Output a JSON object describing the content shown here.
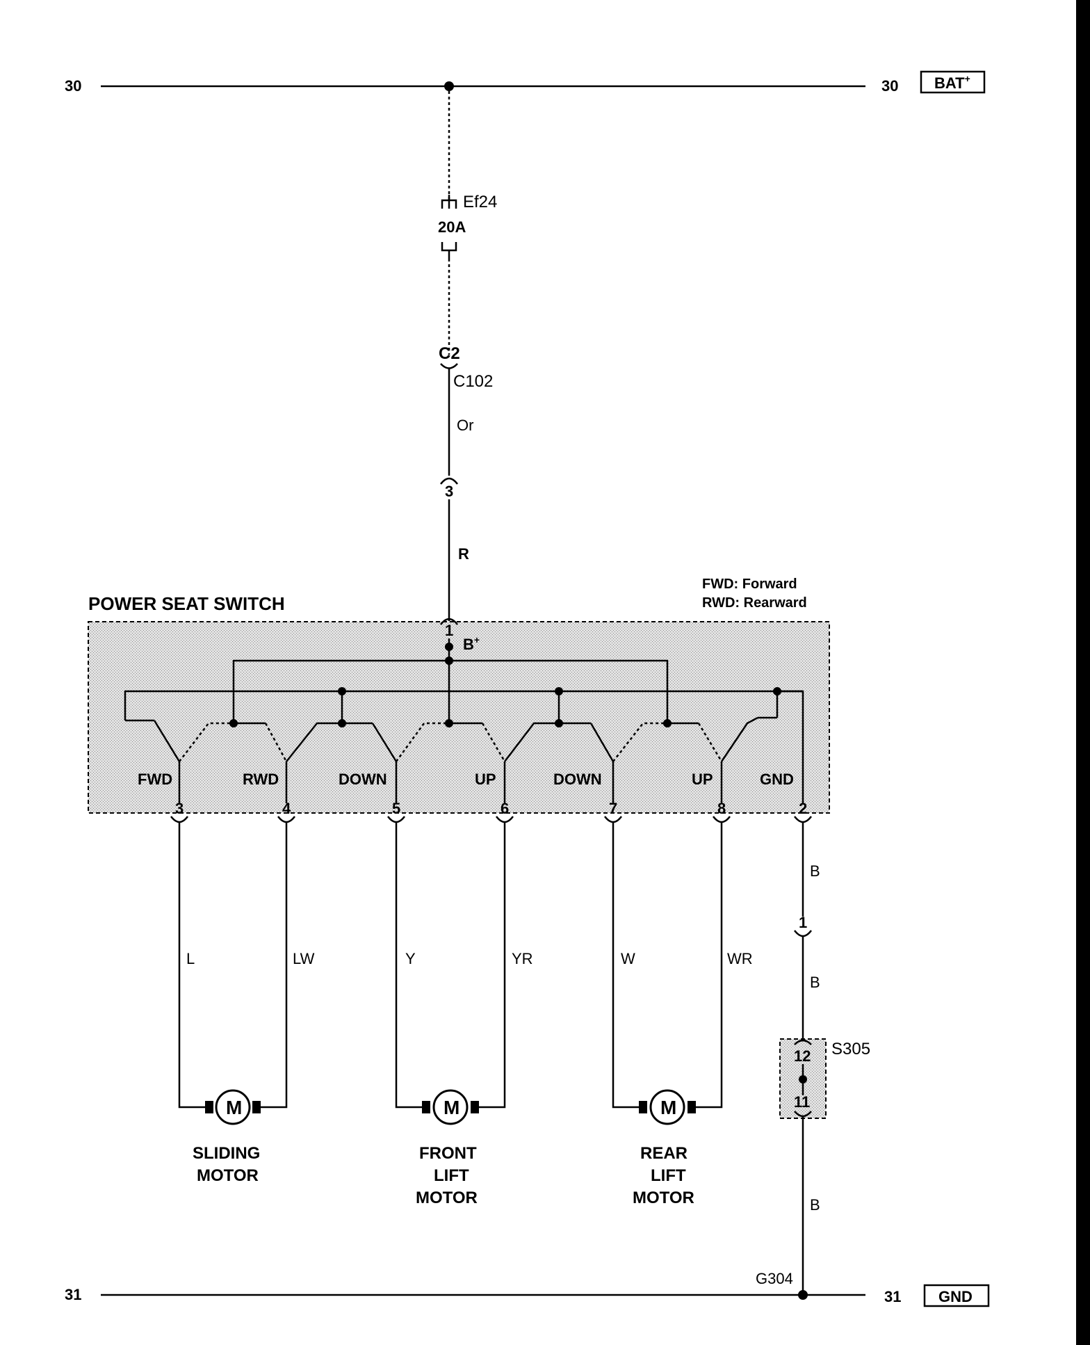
{
  "bus": {
    "top_left": "30",
    "top_right": "30",
    "top_tag": "BAT",
    "top_tag_sup": "+",
    "bottom_left": "31",
    "bottom_right": "31",
    "bottom_tag": "GND"
  },
  "fuse": {
    "name": "Ef24",
    "rating": "20A"
  },
  "connector_c102": {
    "pin": "C2",
    "name": "C102"
  },
  "wires": {
    "or": "Or",
    "r": "R",
    "l": "L",
    "lw": "LW",
    "y": "Y",
    "yr": "YR",
    "w": "W",
    "wr": "WR",
    "b1": "B",
    "b2": "B",
    "b3": "B"
  },
  "pins": {
    "feed": "3",
    "p1": "1",
    "p2": "2",
    "p3": "3",
    "p4": "4",
    "p5": "5",
    "p6": "6",
    "p7": "7",
    "p8": "8",
    "ground_mid": "1",
    "s305_top": "12",
    "s305_bottom": "11"
  },
  "switch": {
    "title": "POWER SEAT SWITCH",
    "bplus": "B",
    "bplus_sup": "+",
    "legend_fwd": "FWD: Forward",
    "legend_rwd": "RWD: Rearward",
    "terminals": [
      "FWD",
      "RWD",
      "DOWN",
      "UP",
      "DOWN",
      "UP",
      "GND"
    ]
  },
  "splice": "S305",
  "ground": "G304",
  "motors": [
    {
      "symbol": "M",
      "lines": [
        "SLIDING",
        "MOTOR"
      ]
    },
    {
      "symbol": "M",
      "lines": [
        "FRONT",
        "LIFT",
        "MOTOR"
      ]
    },
    {
      "symbol": "M",
      "lines": [
        "REAR",
        "LIFT",
        "MOTOR"
      ]
    }
  ]
}
